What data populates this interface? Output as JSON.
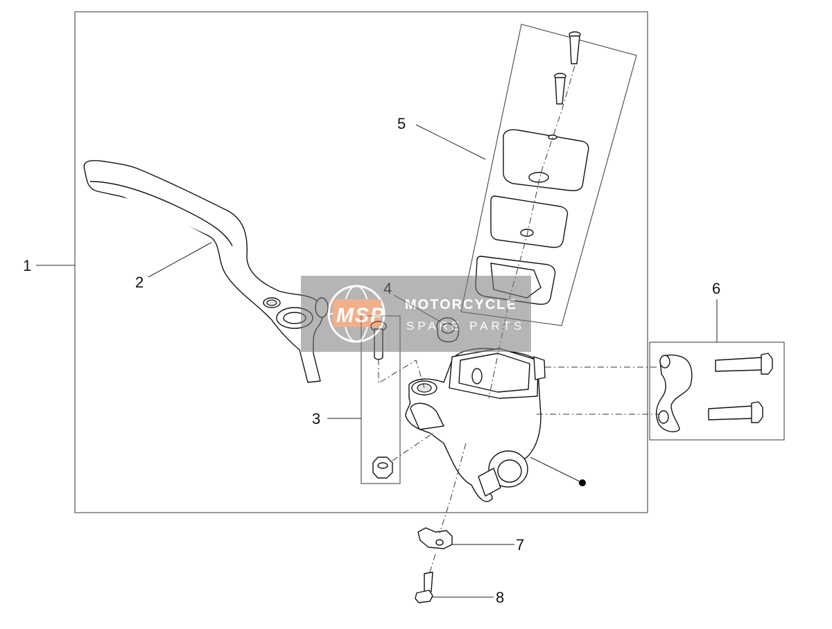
{
  "callouts": [
    {
      "id": "1",
      "text": "1"
    },
    {
      "id": "2",
      "text": "2"
    },
    {
      "id": "3",
      "text": "3"
    },
    {
      "id": "4",
      "text": "4"
    },
    {
      "id": "5",
      "text": "5"
    },
    {
      "id": "6",
      "text": "6"
    },
    {
      "id": "7",
      "text": "7"
    },
    {
      "id": "8",
      "text": "8"
    }
  ],
  "watermark": {
    "logo": "MSP",
    "line1": "MOTORCYCLE",
    "line2": "SPARE PARTS"
  },
  "colors": {
    "line": "#111111",
    "watermark_band": "#7a7a7a",
    "watermark_logo": "#e3712b"
  }
}
